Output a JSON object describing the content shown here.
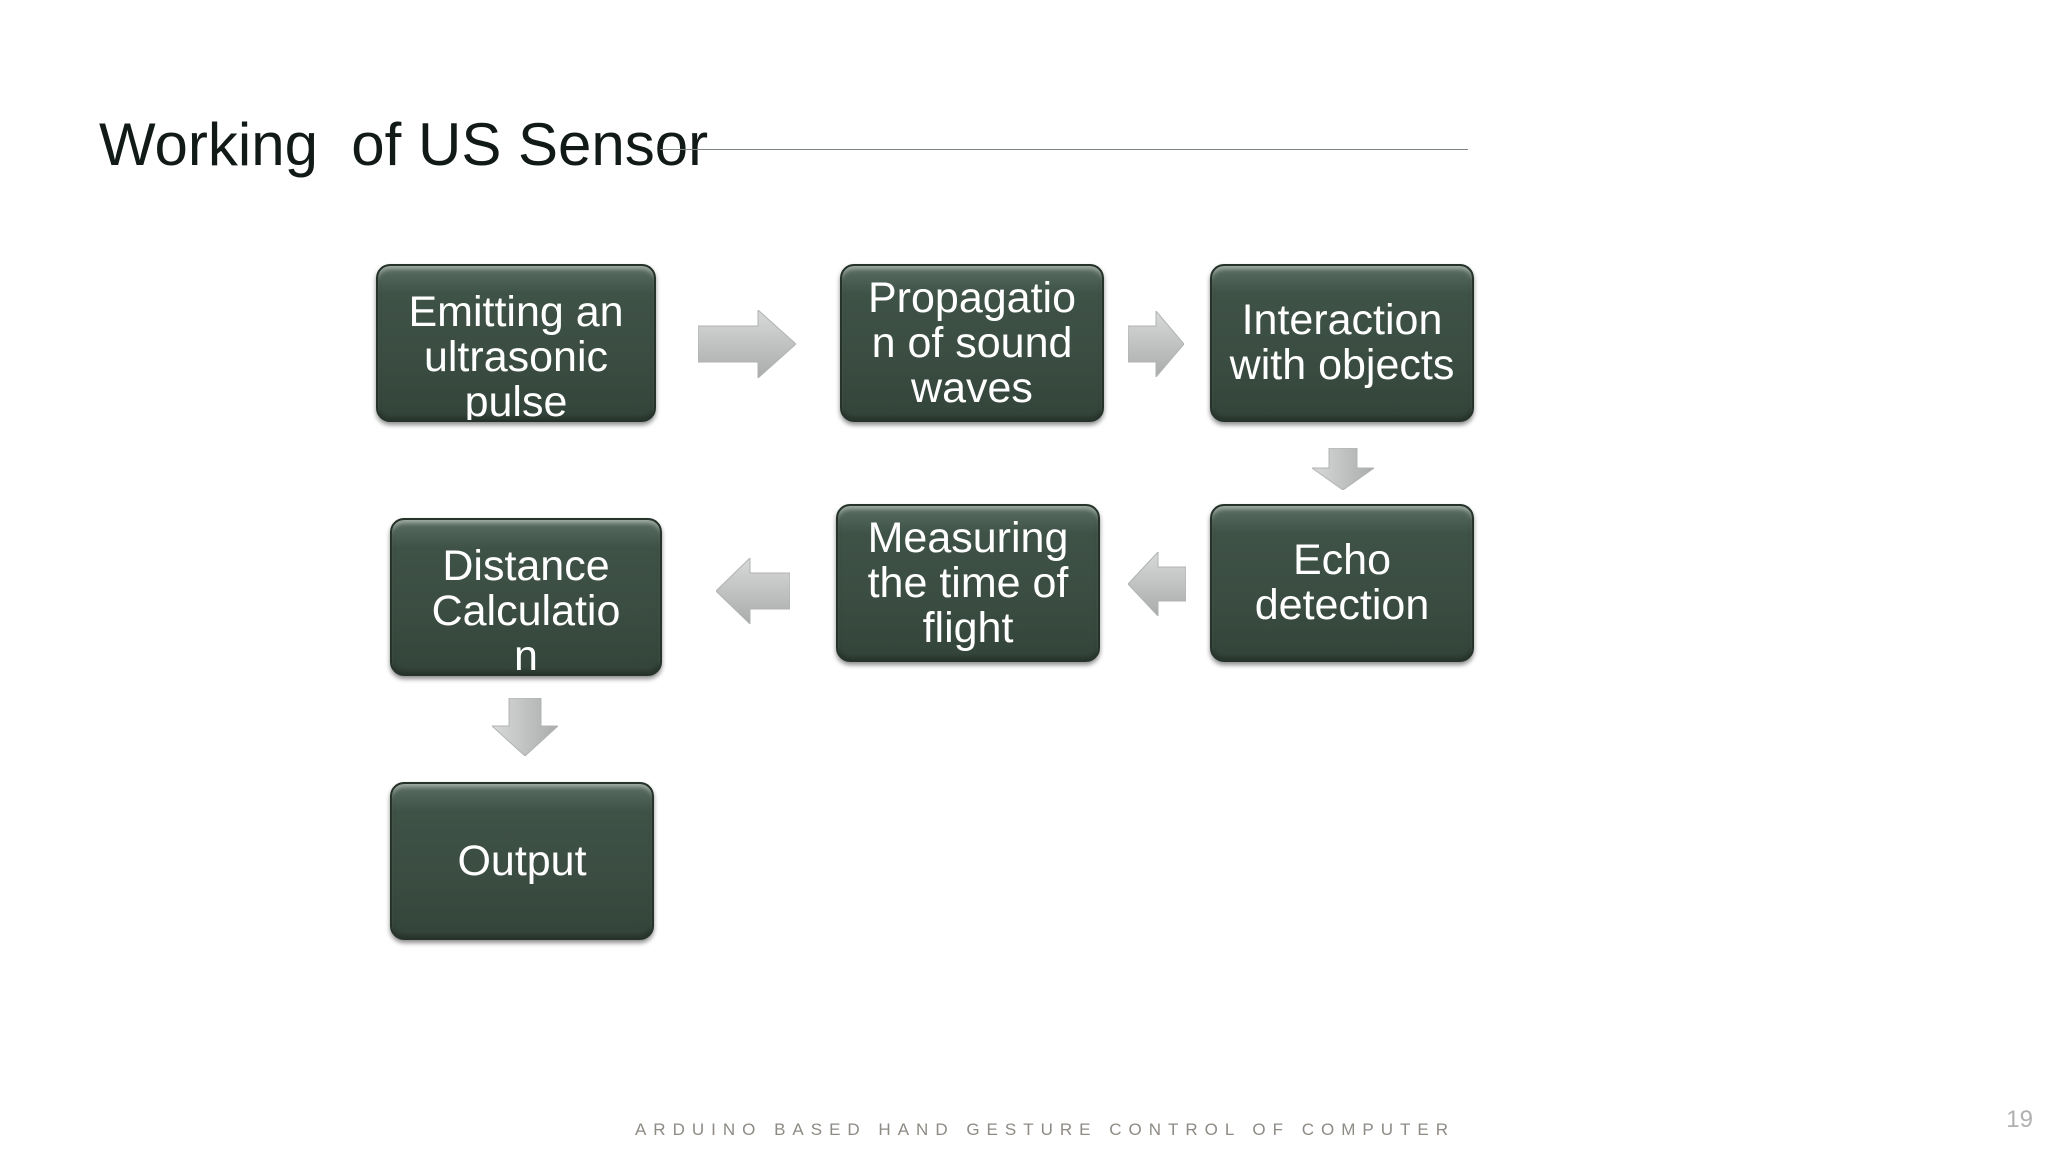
{
  "slide": {
    "title": "Working  of US Sensor",
    "footer": "ARDUINO BASED HAND GESTURE CONTROL OF COMPUTER",
    "page_number": "19"
  },
  "diagram": {
    "nodes": [
      {
        "id": "emit",
        "label": "Emitting an\nultrasonic\npulse"
      },
      {
        "id": "propagation",
        "label": "Propagatio\nn of sound\nwaves"
      },
      {
        "id": "interaction",
        "label": "Interaction\nwith objects"
      },
      {
        "id": "echo",
        "label": "Echo\ndetection"
      },
      {
        "id": "measure",
        "label": "Measuring\nthe time of\nflight"
      },
      {
        "id": "distance",
        "label": "Distance\nCalculatio\nn"
      },
      {
        "id": "output",
        "label": "Output"
      }
    ],
    "edges": [
      {
        "from": "emit",
        "to": "propagation"
      },
      {
        "from": "propagation",
        "to": "interaction"
      },
      {
        "from": "interaction",
        "to": "echo"
      },
      {
        "from": "echo",
        "to": "measure"
      },
      {
        "from": "measure",
        "to": "distance"
      },
      {
        "from": "distance",
        "to": "output"
      }
    ],
    "colors": {
      "box_fill": "#3b4d42",
      "box_text": "#ffffff",
      "arrow_fill": "#c4c6c5"
    }
  }
}
